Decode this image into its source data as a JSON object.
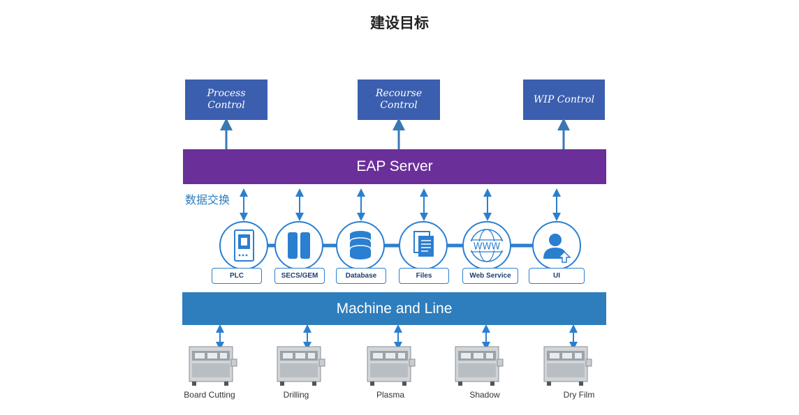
{
  "title": "建设目标",
  "top_boxes": [
    {
      "label": "Process\nControl"
    },
    {
      "label": "Recourse\nControl"
    },
    {
      "label": "WIP Control"
    }
  ],
  "eap_server": {
    "label": "EAP Server",
    "color": "#6b2f9a"
  },
  "data_exchange_label": "数据交换",
  "nodes": [
    {
      "label": "PLC",
      "icon": "plc-panel-icon"
    },
    {
      "label": "SECS/GEM",
      "icon": "secs-gem-icon"
    },
    {
      "label": "Database",
      "icon": "database-icon"
    },
    {
      "label": "Files",
      "icon": "files-icon"
    },
    {
      "label": "Web Service",
      "icon": "www-globe-icon"
    },
    {
      "label": "UI",
      "icon": "user-upload-icon"
    }
  ],
  "machine_line": {
    "label": "Machine and Line",
    "color": "#2e7dbd"
  },
  "machines": [
    {
      "label": "Board Cutting"
    },
    {
      "label": "Drilling"
    },
    {
      "label": "Plasma"
    },
    {
      "label": "Shadow"
    },
    {
      "label": "Dry Film"
    }
  ],
  "colors": {
    "top_box": "#3b5fae",
    "arrow": "#2b7fd0",
    "top_arrow": "#3a78b5"
  }
}
